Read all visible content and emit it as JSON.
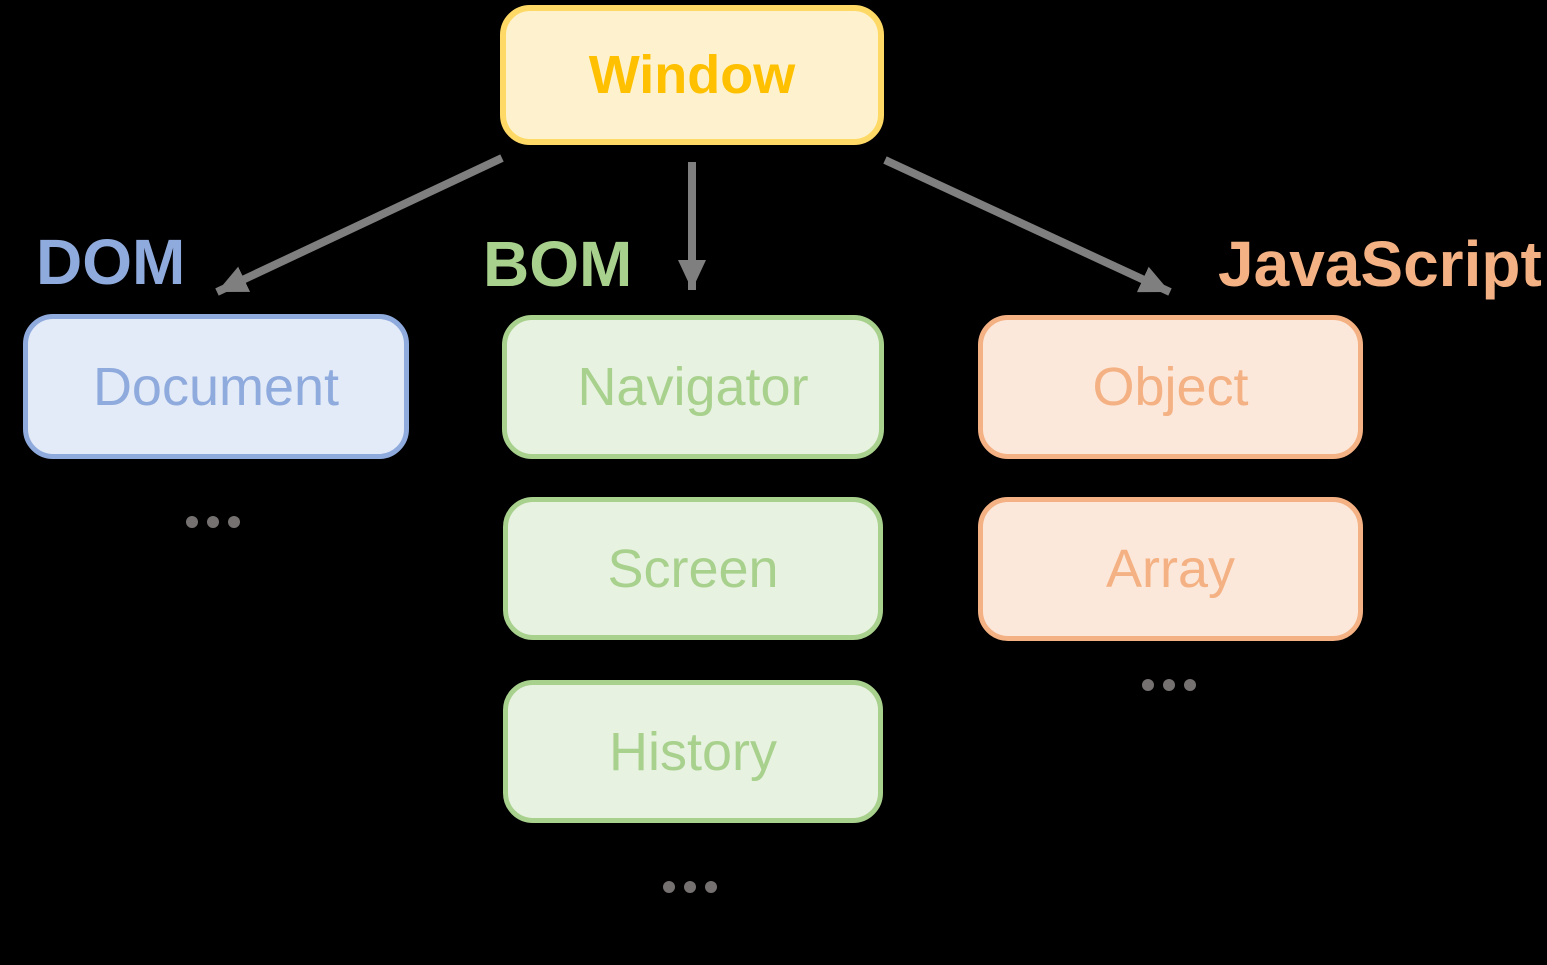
{
  "root": {
    "label": "Window"
  },
  "groups": {
    "dom": {
      "label": "DOM",
      "boxes": [
        "Document"
      ],
      "ellipsis": "..."
    },
    "bom": {
      "label": "BOM",
      "boxes": [
        "Navigator",
        "Screen",
        "History"
      ],
      "ellipsis": "..."
    },
    "js": {
      "label": "JavaScript",
      "boxes": [
        "Object",
        "Array"
      ],
      "ellipsis": "..."
    }
  },
  "colors": {
    "yellow_fill": "#FEF2CE",
    "yellow_border": "#FFD966",
    "yellow_text": "#FFC000",
    "blue_fill": "#E3EBF8",
    "blue_border": "#8FAADC",
    "blue_text": "#8FAADC",
    "green_fill": "#E8F2E1",
    "green_border": "#A9D18E",
    "green_text": "#A9D18E",
    "orange_fill": "#FCE8DA",
    "orange_border": "#F4B183",
    "orange_text": "#F4B183",
    "arrow_gray": "#7F7F7F",
    "dots_gray": "#767171",
    "background": "#000000"
  }
}
